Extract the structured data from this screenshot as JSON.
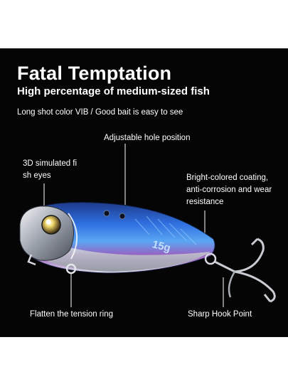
{
  "header": {
    "title": "Fatal Temptation",
    "subtitle": "High percentage of medium-sized fish",
    "tagline": "Long shot color VIB  /  Good bait is easy to see"
  },
  "callouts": {
    "hole_position": "Adjustable hole position",
    "fish_eyes": "3D simulated fi\nsh eyes",
    "coating": "Bright-colored coating,\nanti-corrosion and wear\nresistance",
    "tension_ring": "Flatten the tension ring",
    "hook_point": "Sharp Hook Point"
  },
  "product": {
    "weight_mark": "15g"
  },
  "colors": {
    "background": "#050505",
    "text": "#ffffff",
    "lure_blue": "#2f6fe0",
    "lure_silver": "#c8ccd4",
    "lure_purple": "#9a5fc0"
  }
}
